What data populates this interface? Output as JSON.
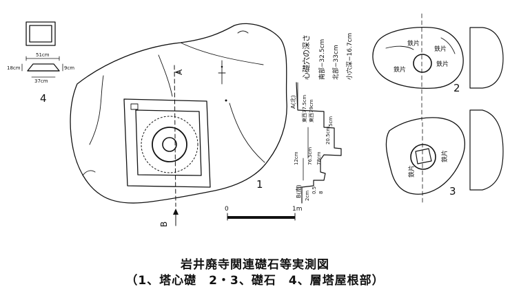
{
  "figure": {
    "item4": {
      "number": "4",
      "width_top": "51cm",
      "width_bottom": "37cm",
      "height_left": "18cm",
      "height_right": "9cm"
    },
    "item1": {
      "number": "1",
      "section_label_top": "A",
      "section_label_bottom": "B"
    },
    "section_profile": {
      "label_north": "A(北)",
      "label_south": "B(南)",
      "dim_east_west_a": "東西77.5cm",
      "dim_east_west_b": "東西79cm",
      "dim_76_5": "76.5cm",
      "dim_78": "78cm",
      "dim_20_5": "20.5cm",
      "dim_5": "5cm",
      "dim_12": "12cm",
      "dim_2": "2cm",
      "dim_0_5": "0.5",
      "dim_8": "8"
    },
    "hole_depth_note": {
      "heading": "心礎穴の深さ",
      "south": "南部−32.5cm",
      "north": "北部−33cm",
      "small_hole": "小穴深−16.7cm"
    },
    "scale_bar": {
      "start": "0",
      "end": "1m"
    },
    "item2": {
      "number": "2",
      "label_a": "鉄片",
      "label_b": "鉄片",
      "label_c": "鉄片",
      "label_d": "鉄片"
    },
    "item3": {
      "number": "3",
      "label_a": "鉄片",
      "label_b": "鉄片"
    }
  },
  "caption": {
    "title": "岩井廃寺関連礎石等実測図",
    "subtitle": "（1、塔心礎　2・3、礎石　4、層塔屋根部）"
  }
}
